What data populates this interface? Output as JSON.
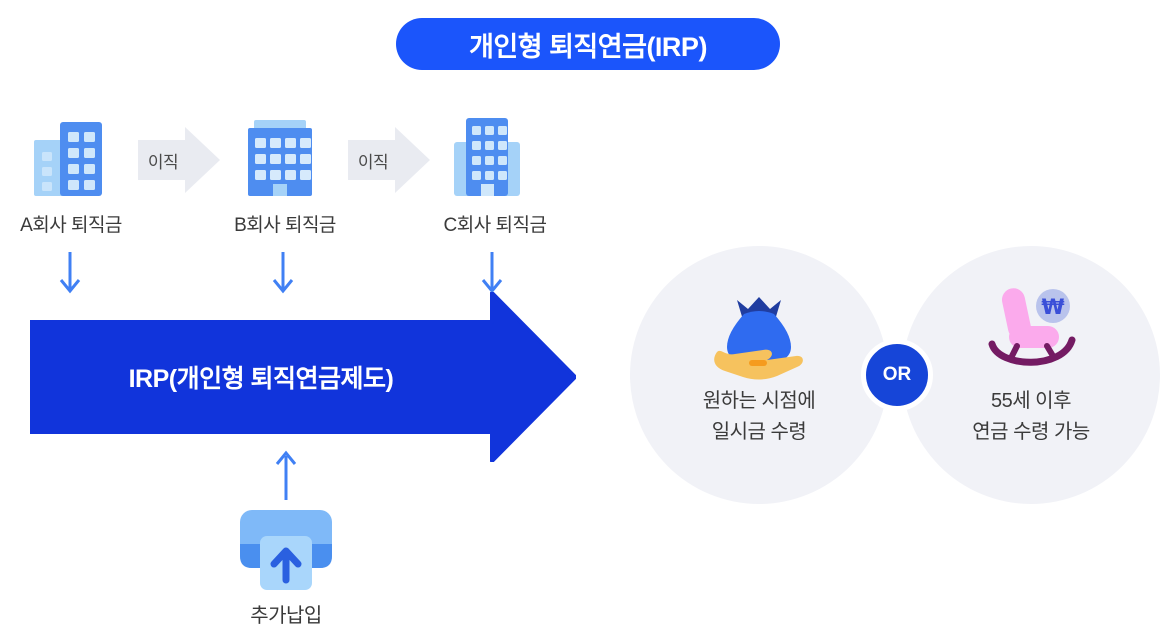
{
  "title": "개인형 퇴직연금(IRP)",
  "colors": {
    "title_pill": "#1b55fb",
    "irp_arrow": "#1134db",
    "or_badge": "#1645d8",
    "connector_arrow": "#4080f4",
    "building_blue": "#4e8df0",
    "building_light_blue": "#a5d2f8",
    "transfer_arrow_gray": "#e9ebf1",
    "outcome_circle_bg": "#f1f2f7",
    "money_bag_blue": "#2f6bf0",
    "hand_yellow": "#f6c25e",
    "chair_pink": "#fbaaec",
    "rocker_purple": "#741b63"
  },
  "flow": {
    "companies": [
      {
        "icon": "building-a-icon",
        "label": "A회사 퇴직금"
      },
      {
        "icon": "building-b-icon",
        "label": "B회사 퇴직금"
      },
      {
        "icon": "building-c-icon",
        "label": "C회사 퇴직금"
      }
    ],
    "transfers": [
      {
        "label": "이직"
      },
      {
        "label": "이직"
      }
    ],
    "irp_arrow_label": "IRP(개인형 퇴직연금제도)",
    "extra_deposit": {
      "icon": "deposit-slot-icon",
      "label": "추가납입"
    }
  },
  "outcomes": {
    "or_label": "OR",
    "options": [
      {
        "icon": "money-bag-hand-icon",
        "line1": "원하는 시점에",
        "line2": "일시금 수령"
      },
      {
        "icon": "rocking-chair-icon",
        "line1": "55세 이후",
        "line2": "연금 수령 가능"
      }
    ]
  }
}
